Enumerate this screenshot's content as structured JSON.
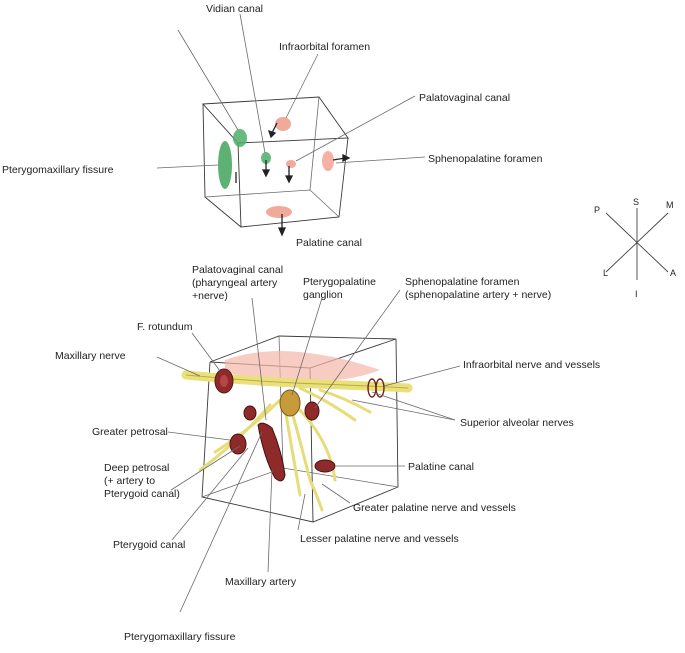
{
  "top_diagram": {
    "labels": {
      "vidian_canal": "Vidian canal",
      "infraorbital_foramen": "Infraorbital foramen",
      "palatovaginal_canal": "Palatovaginal canal",
      "sphenopalatine_foramen": "Sphenopalatine foramen",
      "pterygomaxillary_fissure": "Pterygomaxillary fissure",
      "palatine_canal": "Palatine canal"
    }
  },
  "orientation": {
    "superior": "S",
    "inferior": "I",
    "posterior": "P",
    "anterior": "A",
    "medial": "M",
    "lateral": "L"
  },
  "bottom_diagram": {
    "labels": {
      "palatovaginal_canal": [
        "Palatovaginal canal",
        "(pharyngeal artery",
        "+nerve)"
      ],
      "pterygopalatine_ganglion": [
        "Pterygopalatine",
        "ganglion"
      ],
      "sphenopalatine_foramen": [
        "Sphenopalatine foramen",
        "(sphenopalatine artery + nerve)"
      ],
      "f_rotundum": "F. rotundum",
      "maxillary_nerve": "Maxillary nerve",
      "infraorbital_nerve_vessels": "Infraorbital nerve and vessels",
      "superior_alveolar_nerves": "Superior alveolar nerves",
      "greater_petrosal": "Greater petrosal",
      "deep_petrosal": [
        "Deep petrosal",
        "(+ artery to",
        "Pterygoid canal)"
      ],
      "palatine_canal": "Palatine canal",
      "greater_palatine": "Greater palatine nerve and vessels",
      "lesser_palatine": "Lesser palatine nerve and vessels",
      "pterygoid_canal": "Pterygoid canal",
      "maxillary_artery": "Maxillary artery",
      "pterygomaxillary_fissure": "Pterygomaxillary fissure"
    }
  },
  "colors": {
    "nerve_yellow": "#e9e07a",
    "artery_red": "#8e2a2a",
    "opening_pink": "#f0a08f",
    "fissure_green": "#3fa35a",
    "ganglion_ochre": "#c79a3a"
  }
}
